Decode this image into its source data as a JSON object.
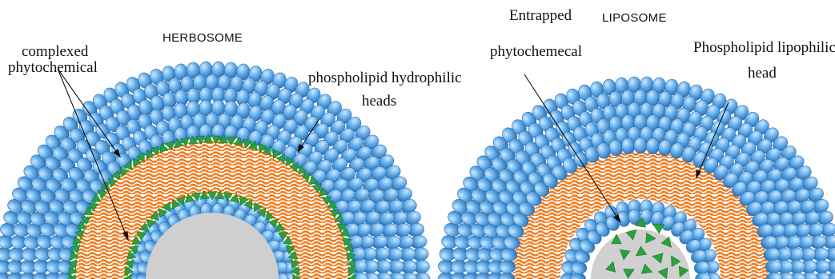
{
  "herbosome": {
    "title": "HERBOSOME",
    "label_complexed": "complexed",
    "label_phytochemical": "phytochemical",
    "label_hydrophilic_1": "phospholipid hydrophilic",
    "label_hydrophilic_2": "heads"
  },
  "liposome": {
    "title": "LIPOSOME",
    "label_entrapped_1": "Entrapped",
    "label_entrapped_2": "phytochemecal",
    "label_lipophilic_1": "Phospholipid lipophilic",
    "label_lipophilic_2": "head"
  },
  "colors": {
    "head_fill": "#5aa7e6",
    "head_stroke": "#2f6fb0",
    "tail_orange": "#ef7d22",
    "complex_green": "#27a33a",
    "core_gray": "#cfcfcf"
  }
}
